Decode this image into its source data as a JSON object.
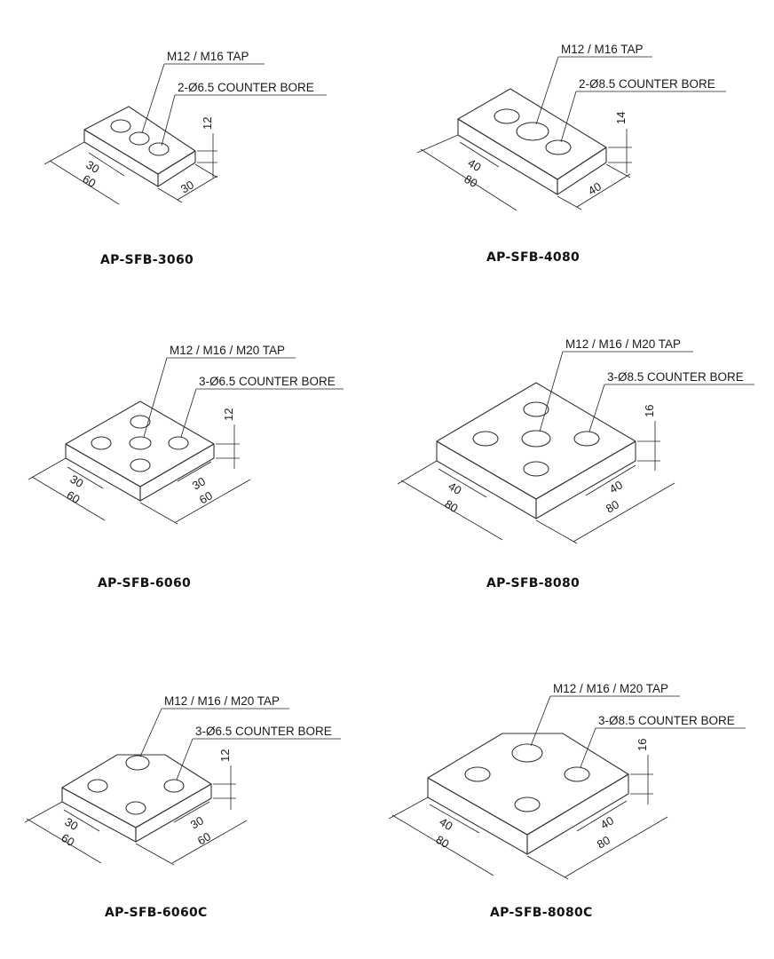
{
  "parts": [
    {
      "id": "3060",
      "caption": "AP-SFB-3060",
      "tap": "M12 / M16 TAP",
      "bore": "2-Ø6.5 COUNTER BORE",
      "thickness": "12",
      "dims": {
        "left_inner": "30",
        "left_outer": "60",
        "right_inner": "30"
      }
    },
    {
      "id": "4080",
      "caption": "AP-SFB-4080",
      "tap": "M12 / M16 TAP",
      "bore": "2-Ø8.5 COUNTER BORE",
      "thickness": "14",
      "dims": {
        "left_inner": "40",
        "left_outer": "80",
        "right_inner": "40"
      }
    },
    {
      "id": "6060",
      "caption": "AP-SFB-6060",
      "tap": "M12 / M16 / M20 TAP",
      "bore": "3-Ø6.5 COUNTER BORE",
      "thickness": "12",
      "dims": {
        "left_inner": "30",
        "left_outer": "60",
        "right_inner": "30",
        "right_outer": "60"
      }
    },
    {
      "id": "8080",
      "caption": "AP-SFB-8080",
      "tap": "M12 / M16 / M20 TAP",
      "bore": "3-Ø8.5 COUNTER BORE",
      "thickness": "16",
      "dims": {
        "left_inner": "40",
        "left_outer": "80",
        "right_inner": "40",
        "right_outer": "80"
      }
    },
    {
      "id": "6060C",
      "caption": "AP-SFB-6060C",
      "tap": "M12 / M16 / M20 TAP",
      "bore": "3-Ø6.5 COUNTER BORE",
      "thickness": "12",
      "dims": {
        "left_inner": "30",
        "left_outer": "60",
        "right_inner": "30",
        "right_outer": "60"
      }
    },
    {
      "id": "8080C",
      "caption": "AP-SFB-8080C",
      "tap": "M12 / M16 / M20 TAP",
      "bore": "3-Ø8.5 COUNTER BORE",
      "thickness": "16",
      "dims": {
        "left_inner": "40",
        "left_outer": "80",
        "right_inner": "40",
        "right_outer": "80"
      }
    }
  ],
  "colors": {
    "plate_top": "#ececec",
    "plate_front": "#d6d6d6",
    "plate_side": "#c2c2c2",
    "hole": "#b9b9b9",
    "line": "#222222"
  }
}
